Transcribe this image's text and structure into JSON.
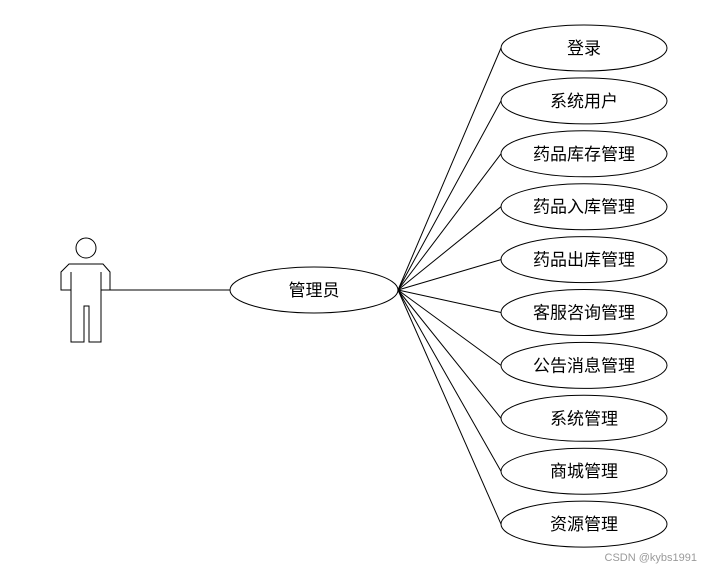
{
  "diagram": {
    "type": "use-case",
    "actor": {
      "name": "actor-figure"
    },
    "center_usecase": {
      "label": "管理员"
    },
    "use_cases": [
      {
        "id": "uc-login",
        "label": "登录"
      },
      {
        "id": "uc-system-user",
        "label": "系统用户"
      },
      {
        "id": "uc-drug-stock",
        "label": "药品库存管理"
      },
      {
        "id": "uc-drug-in",
        "label": "药品入库管理"
      },
      {
        "id": "uc-drug-out",
        "label": "药品出库管理"
      },
      {
        "id": "uc-customer-service",
        "label": "客服咨询管理"
      },
      {
        "id": "uc-announcement",
        "label": "公告消息管理"
      },
      {
        "id": "uc-system",
        "label": "系统管理"
      },
      {
        "id": "uc-mall",
        "label": "商城管理"
      },
      {
        "id": "uc-resource",
        "label": "资源管理"
      }
    ]
  },
  "watermark": "CSDN @kybs1991"
}
